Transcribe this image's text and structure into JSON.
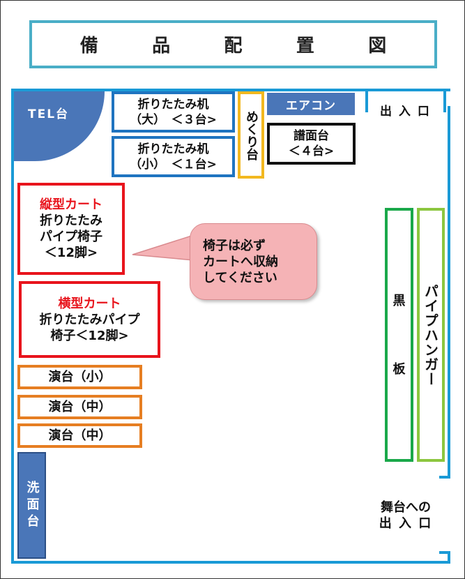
{
  "title": [
    "備",
    "品",
    "配",
    "置",
    "図"
  ],
  "room": {
    "tel": "TEL台",
    "aircon": "エアコン",
    "entrance": "出 入 口",
    "folding_desk_large": {
      "line1": "折りたたみ机",
      "line2": "（大）　＜３台>"
    },
    "folding_desk_small": {
      "line1": "折りたたみ机",
      "line2": "（小）　＜１台>"
    },
    "flip_stand": "めくり台",
    "music_stand": {
      "line1": "譜面台",
      "line2": "＜４台>"
    },
    "vertical_cart": {
      "title": "縦型カート",
      "line1": "折りたたみ",
      "line2": "パイプ椅子",
      "line3": "＜12脚>"
    },
    "horizontal_cart": {
      "title": "横型カート",
      "line1": "折りたたみパイプ",
      "line2": "椅子＜12脚>"
    },
    "callout": {
      "line1": "椅子は必ず",
      "line2": "カートへ収納",
      "line3": "してください"
    },
    "podium_small": "演台（小）",
    "podium_mid_1": "演台（中）",
    "podium_mid_2": "演台（中）",
    "washstand": "洗面台",
    "blackboard": [
      "黒",
      "板"
    ],
    "pipe_hanger": "パイプハンガー",
    "stage_entrance": {
      "line1": "舞台への",
      "line2": "出 入 口"
    }
  },
  "colors": {
    "title_border": "#4aaec7",
    "wall": "#1a9ad6",
    "dark_blue": "#4a76b8",
    "red": "#e8141c",
    "orange": "#e67e22",
    "yellow": "#f2b81f",
    "green": "#1aa84a",
    "light_green": "#8cc63f",
    "callout_fill": "#f5b3b6"
  }
}
